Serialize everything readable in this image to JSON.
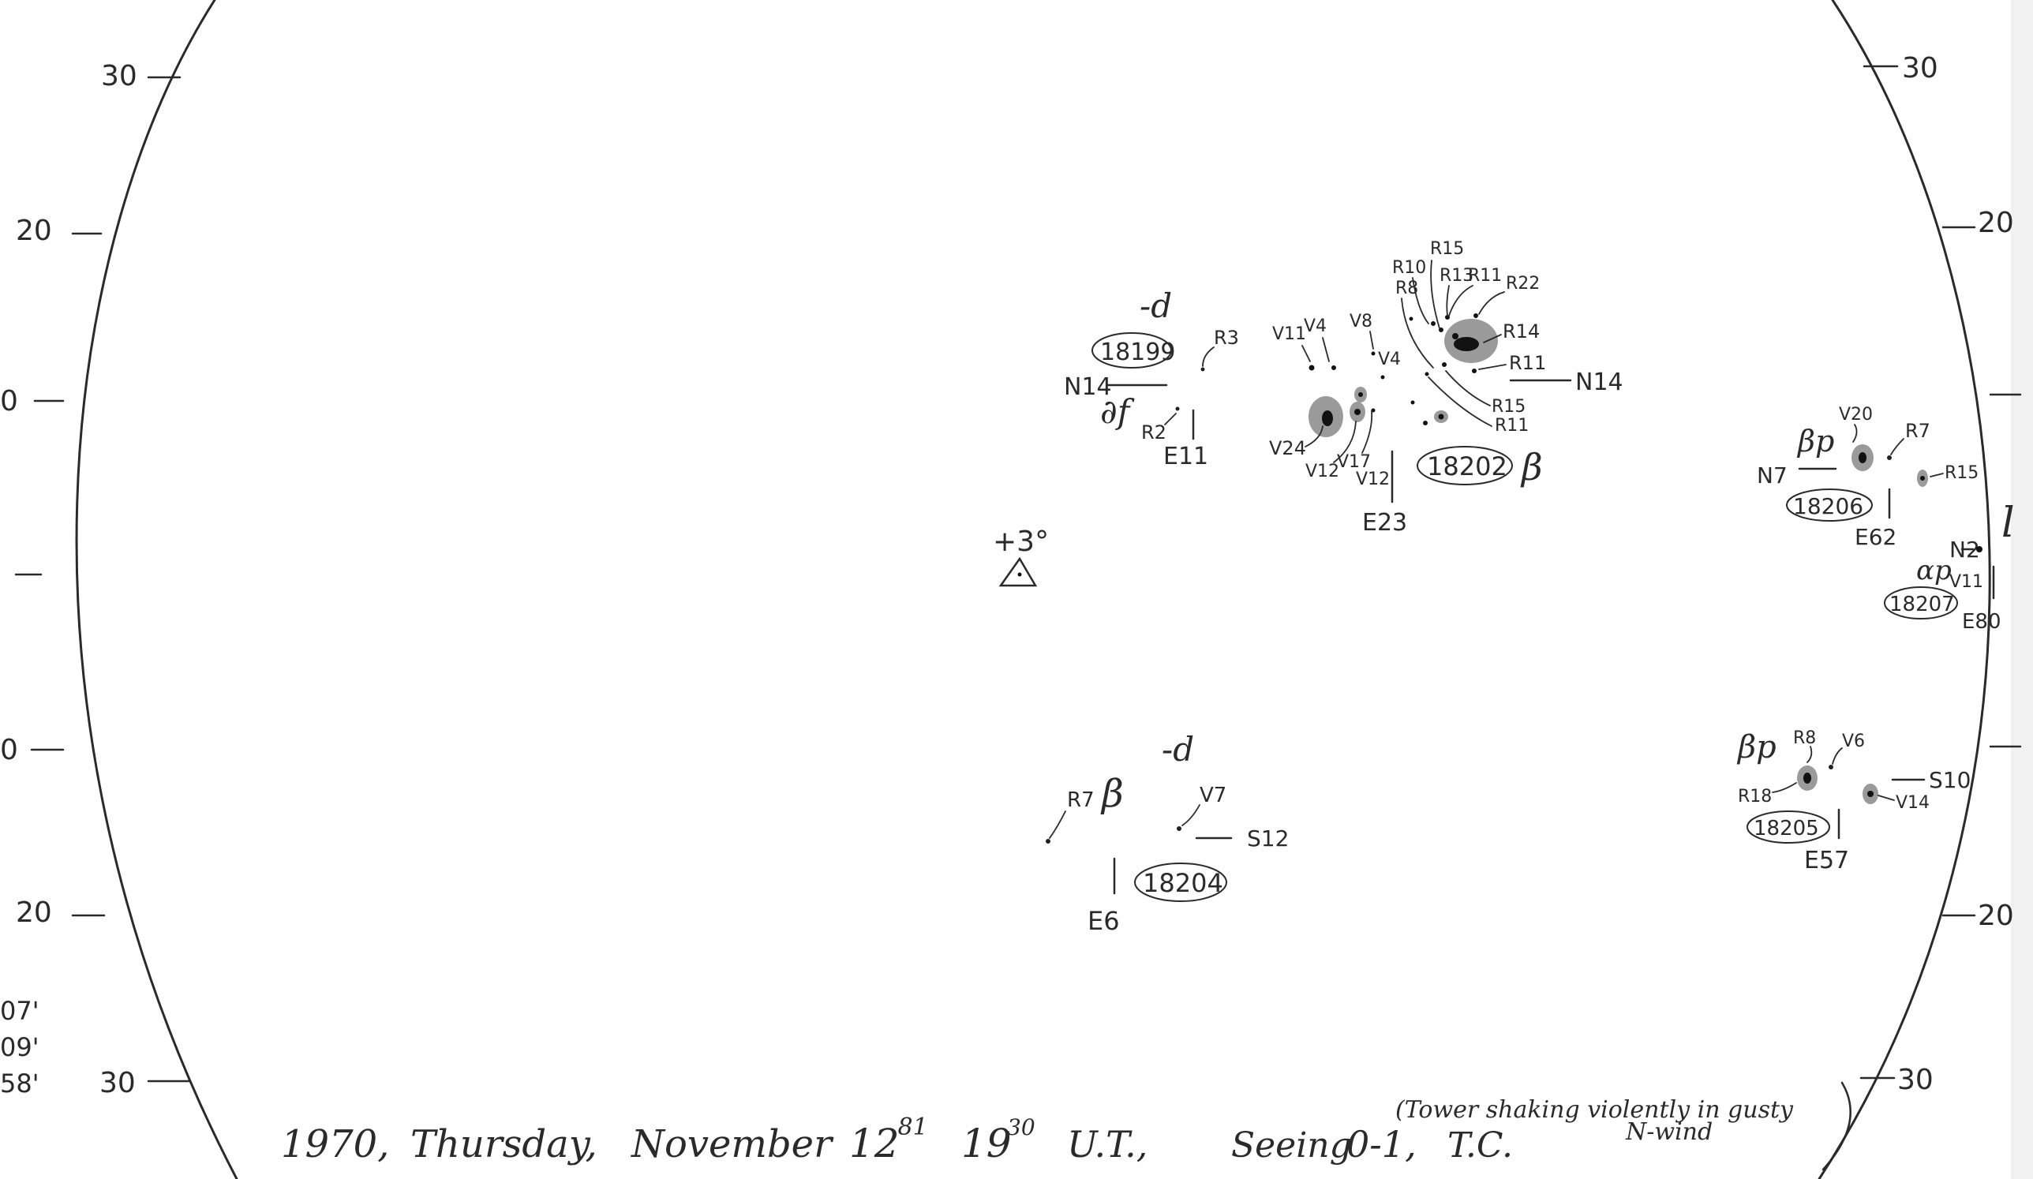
{
  "limb": {
    "left_ticks": [
      "30",
      "20",
      "0",
      "0",
      "20",
      "30"
    ],
    "right_ticks": [
      "30",
      "20",
      "20",
      "30"
    ],
    "left_edge_notes": [
      "07'",
      "09'",
      "58'"
    ]
  },
  "center": {
    "label": "+3°"
  },
  "groups": {
    "g18199": {
      "number": "18199",
      "mag": "-d",
      "lat": "N14",
      "type": "∂f",
      "long": "E11",
      "spots": [
        "R3",
        "R2"
      ]
    },
    "g18202": {
      "number": "18202",
      "mag": "β",
      "lat": "N14",
      "long": "E23",
      "spots_left": [
        "V11",
        "V4",
        "V8",
        "V4",
        "V24",
        "V12",
        "V17",
        "V12"
      ],
      "spots_right": [
        "R10",
        "R15",
        "R8",
        "R13",
        "R11",
        "R22",
        "R14",
        "R11",
        "R15",
        "R11"
      ]
    },
    "g18204": {
      "number": "18204",
      "mag": "β",
      "mag2": "-d",
      "lat": "S12",
      "long": "E6",
      "spots": [
        "R7",
        "V7"
      ]
    },
    "g18206": {
      "number": "18206",
      "type": "βp",
      "lat": "N7",
      "long": "E62",
      "spots": [
        "V20",
        "R7",
        "R15"
      ]
    },
    "g18207": {
      "number": "18207",
      "type": "αp",
      "lat": "N2",
      "long": "E80",
      "mag": "l",
      "spots": [
        "V11"
      ]
    },
    "g18205": {
      "number": "18205",
      "type": "βp",
      "lat": "S10",
      "long": "E57",
      "spots": [
        "R8",
        "V6",
        "R18",
        "V14"
      ]
    }
  },
  "footer": {
    "year": "1970,",
    "day": "Thursday,",
    "month": "November",
    "date": "12",
    "date_frac": ".81",
    "time": "19",
    "time_min": "30",
    "ut": "U.T.,",
    "seeing_label": "Seeing",
    "seeing_value": "0-1,",
    "observer": "T.C.",
    "note_line1": "(Tower shaking violently in gusty",
    "note_line2": "N-wind"
  }
}
